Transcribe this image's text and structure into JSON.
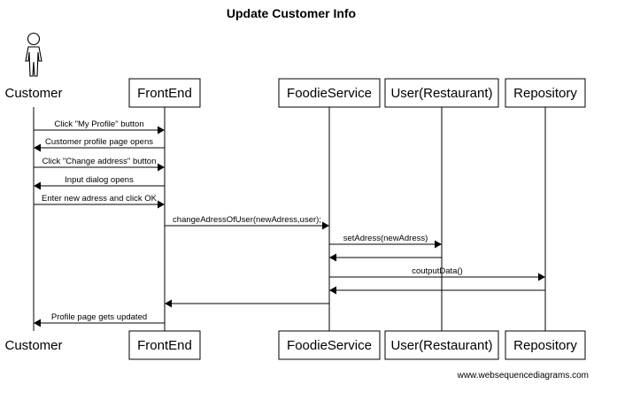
{
  "diagram": {
    "title": "Update Customer Info",
    "credit": "www.websequencediagrams.com",
    "participants": [
      {
        "id": "customer",
        "label": "Customer",
        "kind": "actor"
      },
      {
        "id": "frontend",
        "label": "FrontEnd",
        "kind": "box"
      },
      {
        "id": "foodie",
        "label": "FoodieService",
        "kind": "box"
      },
      {
        "id": "restaurant",
        "label": "User(Restaurant)",
        "kind": "box"
      },
      {
        "id": "repository",
        "label": "Repository",
        "kind": "box"
      }
    ],
    "messages": [
      {
        "from": "customer",
        "to": "frontend",
        "label": "Click \"My Profile\" button"
      },
      {
        "from": "frontend",
        "to": "customer",
        "label": "Customer profile page opens"
      },
      {
        "from": "customer",
        "to": "frontend",
        "label": "Click \"Change address\" button"
      },
      {
        "from": "frontend",
        "to": "customer",
        "label": "Input dialog opens"
      },
      {
        "from": "customer",
        "to": "frontend",
        "label": "Enter new adress and click OK"
      },
      {
        "from": "frontend",
        "to": "foodie",
        "label": "changeAdressOfUser(newAdress,user);"
      },
      {
        "from": "foodie",
        "to": "restaurant",
        "label": "setAdress(newAdress)"
      },
      {
        "from": "restaurant",
        "to": "foodie",
        "label": ""
      },
      {
        "from": "foodie",
        "to": "repository",
        "label": "coutputData()"
      },
      {
        "from": "repository",
        "to": "foodie",
        "label": ""
      },
      {
        "from": "foodie",
        "to": "frontend",
        "label": ""
      },
      {
        "from": "frontend",
        "to": "customer",
        "label": "Profile page gets updated"
      }
    ]
  }
}
